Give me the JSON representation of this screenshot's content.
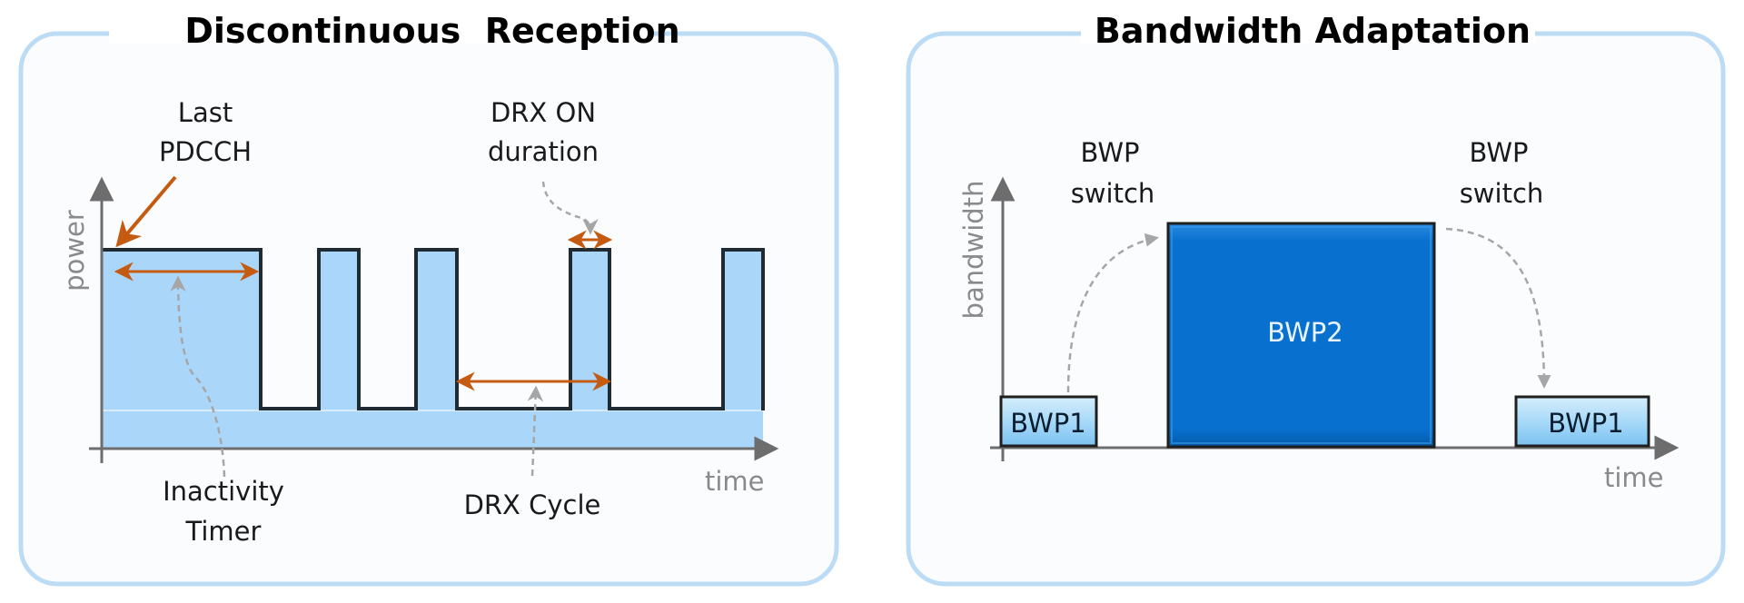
{
  "left_panel": {
    "title": "Discontinuous  Reception",
    "y_axis_label": "power",
    "x_axis_label": "time",
    "annotations": {
      "last_pdcch": [
        "Last",
        "PDCCH"
      ],
      "drx_on_duration": [
        "DRX ON",
        "duration"
      ],
      "inactivity_timer": [
        "Inactivity",
        "Timer"
      ],
      "drx_cycle": "DRX Cycle"
    }
  },
  "right_panel": {
    "title": "Bandwidth Adaptation",
    "y_axis_label": "bandwidth",
    "x_axis_label": "time",
    "annotations": {
      "bwp_switch_1": [
        "BWP",
        "switch"
      ],
      "bwp_switch_2": [
        "BWP",
        "switch"
      ]
    },
    "boxes": {
      "bwp1_left": "BWP1",
      "bwp2": "BWP2",
      "bwp1_right": "BWP1"
    }
  },
  "colors": {
    "panel_border": "#bcdcf6",
    "panel_fill": "#fafcfe",
    "power_fill": "#aad6fa",
    "signal_line": "#1f2a33",
    "orange_arrow": "#c55a11",
    "gray_arrow": "#a6a6a6",
    "axis": "#6d6d6d",
    "bwp2_fill": "#0870cf",
    "bwp1_fill": "#a7d9f8"
  }
}
